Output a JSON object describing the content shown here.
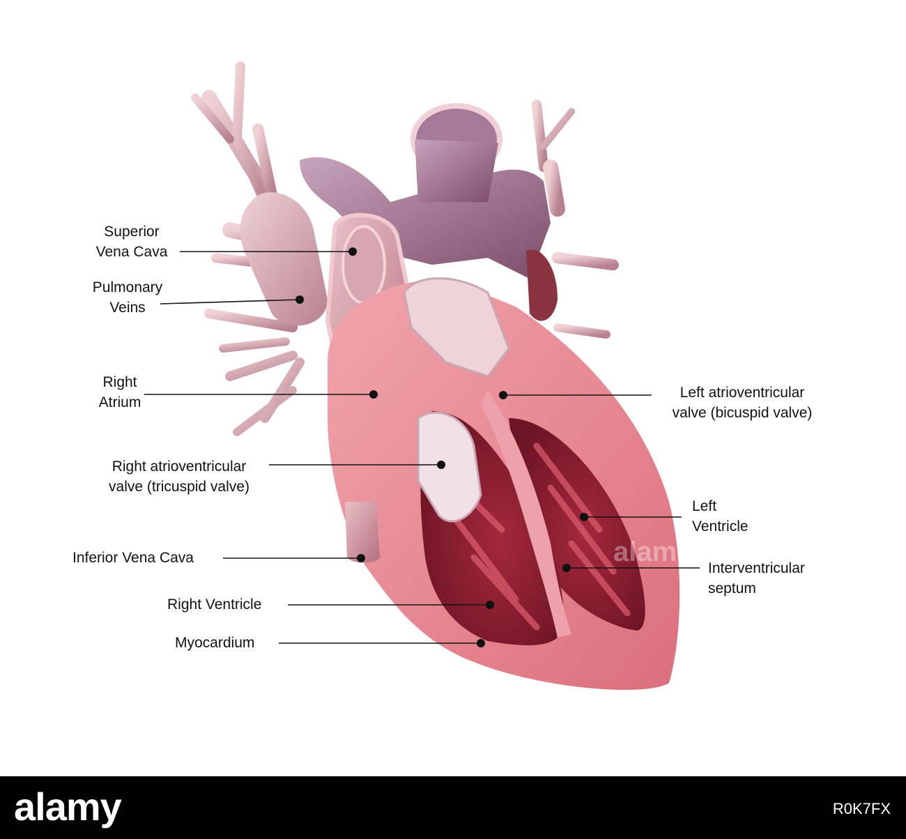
{
  "labels": {
    "superior_vena_cava": [
      "Superior",
      "Vena Cava"
    ],
    "pulmonary_veins": [
      "Pulmonary",
      "Veins"
    ],
    "right_atrium": [
      "Right",
      "Atrium"
    ],
    "right_av_valve": [
      "Right atrioventricular",
      "valve (tricuspid valve)"
    ],
    "inferior_vena_cava": "Inferior Vena Cava",
    "right_ventricle": "Right Ventricle",
    "myocardium": "Myocardium",
    "left_av_valve": [
      "Left atrioventricular",
      "valve (bicuspid valve)"
    ],
    "left_ventricle": [
      "Left",
      "Ventricle"
    ],
    "interventricular_septum": [
      "Interventricular",
      "septum"
    ]
  },
  "footer": {
    "brand": "alamy",
    "stock_id": "R0K7FX",
    "watermark": "alamy"
  },
  "colors": {
    "background": "#ffffff",
    "vessel": "#d9a9ae",
    "vessel_dark": "#8a5a6e",
    "myocardium": "#e27b85",
    "interior": "#b7394a",
    "footer": "#000000"
  }
}
